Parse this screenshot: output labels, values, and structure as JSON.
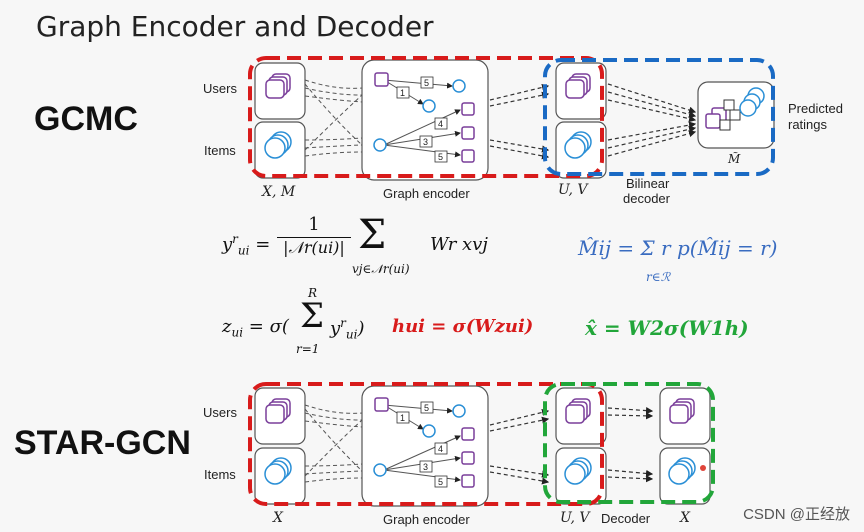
{
  "title": "Graph Encoder and Decoder",
  "gcmc": {
    "name": "GCMC",
    "users": "Users",
    "items": "Items",
    "xm": "X, M",
    "encoder": "Graph encoder",
    "uv": "U, V",
    "bilinear": "Bilinear",
    "decoder": "decoder",
    "predicted": "Predicted",
    "ratings": "ratings",
    "mtilde": "M̃",
    "edges": [
      "5",
      "1",
      "4",
      "3",
      "5"
    ]
  },
  "formulas": {
    "y_lhs": "y",
    "y_frac_num": "1",
    "y_frac_den": "|𝒩r(ui)|",
    "y_sum_sub": "vj∈𝒩r(ui)",
    "y_term": "Wr xvj",
    "z_formula": "zui = σ( Σ yrui )",
    "z_sum_top": "R",
    "z_sum_bot": "r=1",
    "m_formula": "M̂ij = Σ r p(M̂ij = r)",
    "m_sum_bot": "r∈ℛ",
    "h_formula": "hui = σ(Wzui)",
    "x_formula": "x̂ = W2σ(W1h)"
  },
  "star": {
    "name": "STAR-GCN",
    "users": "Users",
    "items": "Items",
    "x_left": "X",
    "encoder": "Graph encoder",
    "uv": "U, V",
    "decoder": "Decoder",
    "x_right": "X",
    "edges": [
      "5",
      "1",
      "4",
      "3",
      "5"
    ]
  },
  "watermark": "CSDN @正经放",
  "colors": {
    "red": "#d81b1b",
    "blue": "#1a6ac4",
    "green": "#22a63a",
    "purple": "#7a3f9a",
    "cyan": "#2a8fd6"
  }
}
